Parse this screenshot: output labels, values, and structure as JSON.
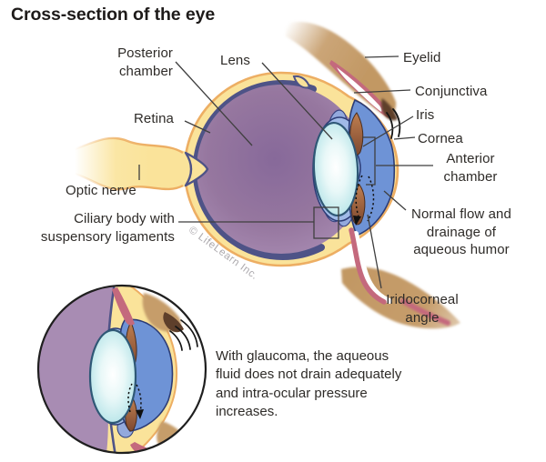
{
  "title": "Cross-section of the eye",
  "watermark": "© LifeLearn Inc.",
  "labels": {
    "posterior_chamber": "Posterior chamber",
    "lens": "Lens",
    "eyelid": "Eyelid",
    "conjunctiva": "Conjunctiva",
    "iris": "Iris",
    "cornea": "Cornea",
    "anterior_chamber": "Anterior chamber",
    "retina": "Retina",
    "optic_nerve": "Optic nerve",
    "ciliary_body": "Ciliary body with suspensory ligaments",
    "normal_flow": "Normal flow and drainage of aqueous humor",
    "iridocorneal_angle": "Iridocorneal angle"
  },
  "inset": {
    "caption": "With glaucoma, the aqueous fluid does not drain adequately and intra-ocular pressure increases."
  },
  "colors": {
    "sclera_yellow": "#FAE39A",
    "sclera_edge_orange": "#EDAE63",
    "retina_ring": "#4E5387",
    "vitreous_purple": "#9C7FA9",
    "lens_cyan": "#BCE4EA",
    "anterior_chamber_blue": "#6E93D6",
    "posterior_light_blue": "#A0BAE7",
    "iris_brown": "#9E6145",
    "eyelid_tan": "#C69D6B",
    "conjunctiva_pink": "#C4697D",
    "leader_line": "#3f3f3f",
    "text": "#2e2b28"
  }
}
